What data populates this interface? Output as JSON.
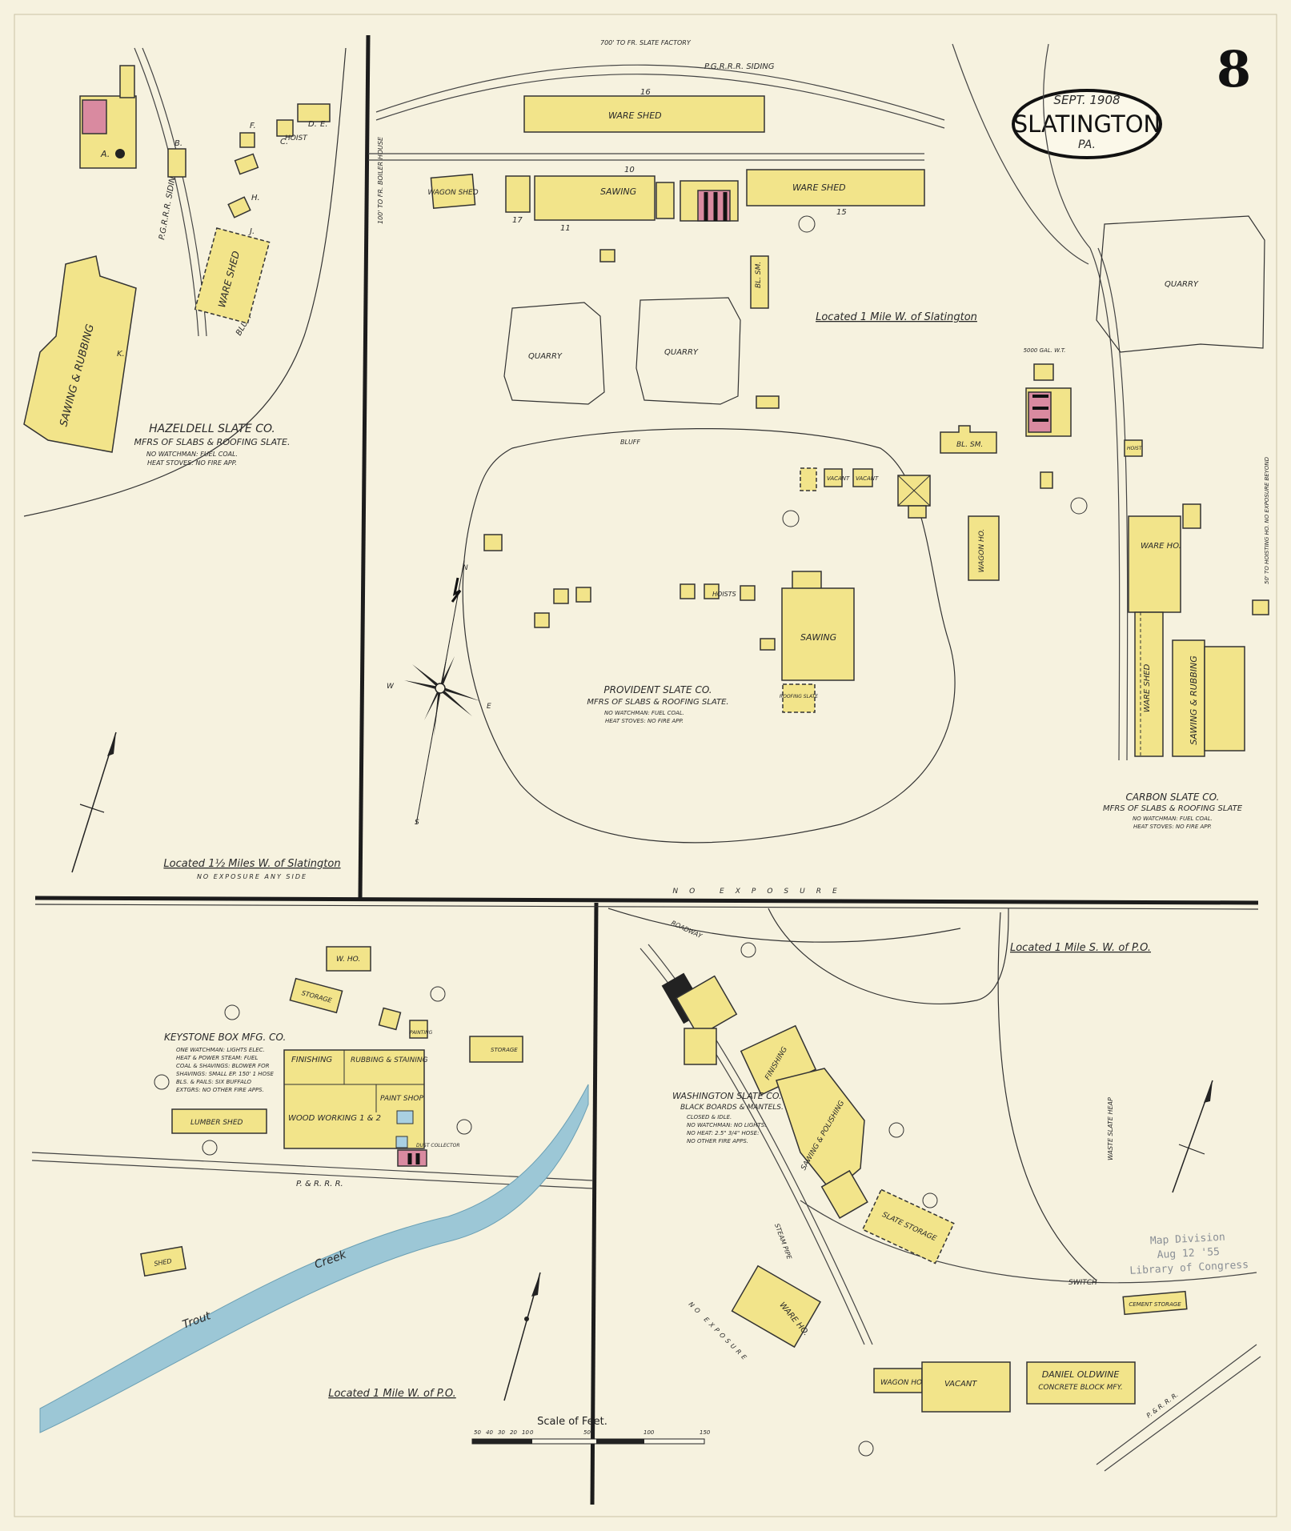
{
  "header": {
    "sheet_number": "8",
    "date": "SEPT. 1908",
    "town": "SLATINGTON",
    "state": "PA."
  },
  "stamp": {
    "line1": "Map Division",
    "line2": "Aug 12 '55",
    "line3": "Library of Congress"
  },
  "hazeldell": {
    "name": "HAZELDELL SLATE CO.",
    "desc": "MFRS OF SLABS & ROOFING SLATE.",
    "note1": "NO WATCHMAN: FUEL COAL.",
    "note2": "HEAT STOVES: NO FIRE APP.",
    "location": "Located 1½ Miles W. of Slatington",
    "exposure": "NO EXPOSURE ANY SIDE",
    "siding": "P.G.R.R.R. SIDING",
    "bluff": "BLUFF",
    "bldg_saw": "SAWING & RUBBING",
    "bldg_ware": "WARE SHED",
    "bldg_hoist": "HOIST",
    "letters": [
      "A.",
      "B.",
      "C.",
      "D.",
      "E.",
      "F.",
      "H.",
      "J.",
      "K."
    ]
  },
  "provident": {
    "name": "PROVIDENT SLATE CO.",
    "desc": "MFRS OF SLABS & ROOFING SLATE.",
    "note1": "NO WATCHMAN: FUEL COAL.",
    "note2": "HEAT STOVES: NO FIRE APP.",
    "location": "Located 1 Mile W. of Slatington",
    "siding": "P.G.R.R.R. SIDING",
    "factory_note": "700' TO FR. SLATE FACTORY",
    "boiler_note": "100' TO FR. BOILER HOUSE",
    "ware_shed": "WARE SHED",
    "wagon_shed": "WAGON SHED",
    "sawing": "SAWING",
    "vacant": "VACANT",
    "quarry": "QUARRY",
    "bl_sm": "BL. SM.",
    "hoists": "HOISTS",
    "roofing_slate": "ROOFING SLATE",
    "bluff": "BLUFF",
    "num_16": "16",
    "num_10": "10",
    "num_11": "11",
    "num_15": "15",
    "num_17": "17"
  },
  "carbon": {
    "name": "CARBON SLATE CO.",
    "desc": "MFRS OF SLABS & ROOFING SLATE",
    "note1": "NO WATCHMAN: FUEL COAL.",
    "note2": "HEAT STOVES: NO FIRE APP.",
    "ware_ho": "WARE HO.",
    "ware_shed": "WARE SHED",
    "saw_rub": "SAWING & RUBBING",
    "quarry": "QUARRY",
    "tank": "5000 GAL. W.T.",
    "bl_sm": "BL. SM.",
    "wagon_ho": "WAGON HO.",
    "hoist": "HOIST",
    "side_note": "50' TO HOISTING HO. NO EXPOSURE BEYOND"
  },
  "divider": {
    "exposure": "NO EXPOSURE"
  },
  "keystone": {
    "name": "KEYSTONE BOX MFG. CO.",
    "notes": [
      "ONE WATCHMAN: LIGHTS ELEC.",
      "HEAT & POWER STEAM: FUEL",
      "COAL & SHAVINGS: BLOWER FOR",
      "SHAVINGS: SMALL EP. 150' 1 HOSE",
      "BLS. & PAILS: SIX BUFFALO",
      "EXTGRS: NO OTHER FIRE APPS."
    ],
    "location": "Located 1 Mile W. of P.O.",
    "finishing": "FINISHING",
    "rubbing": "RUBBING & STAINING",
    "paint_shop": "PAINT SHOP",
    "wood_working": "WOOD WORKING 1 & 2",
    "lumber_shed": "LUMBER SHED",
    "storage": "STORAGE",
    "w_ho": "W. HO.",
    "shed": "SHED",
    "railroad": "P. & R. R. R.",
    "painting": "PAINTING",
    "dust": "DUST COLLECTOR"
  },
  "creek": {
    "word1": "Trout",
    "word2": "Creek"
  },
  "washington": {
    "name": "WASHINGTON SLATE CO.",
    "desc": "BLACK BOARDS & MANTELS.",
    "notes": [
      "CLOSED & IDLE.",
      "NO WATCHMAN: NO LIGHTS:",
      "NO HEAT: 2.5\" 3/4\" HOSE:",
      "NO OTHER FIRE APPS."
    ],
    "location": "Located 1 Mile S. W. of P.O.",
    "finishing": "FINISHING",
    "sawing": "SAWING & POLISHING",
    "slate_storage": "SLATE STORAGE",
    "ware_ho": "WARE HO.",
    "wagon_ho": "WAGON HO.",
    "vacant": "VACANT",
    "cement": "CEMENT STORAGE",
    "waste": "WASTE SLATE HEAP",
    "roadway": "ROADWAY",
    "steam_pipe": "STEAM PIPE",
    "switch": "SWITCH",
    "no_exposure": "NO EXPOSURE",
    "railroad": "P. & R. R. R."
  },
  "oldwine": {
    "name": "DANIEL OLDWINE",
    "desc": "CONCRETE BLOCK MFY."
  },
  "scale": {
    "title": "Scale of Feet.",
    "ticks": [
      "50",
      "40",
      "30",
      "20",
      "10",
      "0",
      "50",
      "100",
      "150"
    ]
  },
  "compass": {
    "n": "N",
    "s": "S",
    "e": "E",
    "w": "W"
  },
  "colors": {
    "paper": "#f6f2df",
    "frame_building": "#f2e48a",
    "brick_building": "#d98aa0",
    "water": "#9cc7d6"
  }
}
